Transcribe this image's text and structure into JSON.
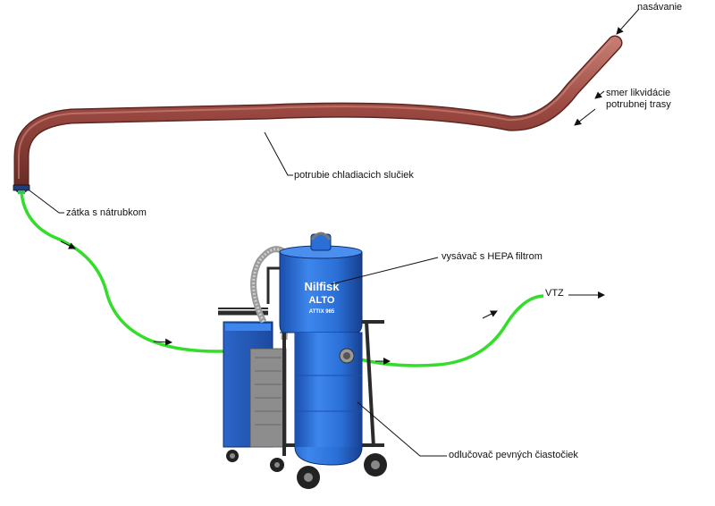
{
  "labels": {
    "suction": "nasávanie",
    "disposal_direction": "smer likvidácie potrubnej trasy",
    "cooling_pipe": "potrubie chladiacich slučiek",
    "plug": "zátka s nátrubkom",
    "vacuum": "vysávač s HEPA filtrom",
    "vtz": "VTZ",
    "separator": "odlučovač pevných čiastočiek"
  },
  "machine": {
    "brand_top": "Nilfisk",
    "brand_bottom": "ALTO",
    "model": "ATTIX 965"
  },
  "colors": {
    "pipe": "#9c4a42",
    "hose_green": "#33dd2a",
    "vacuum_blue": "#2a6fd6",
    "frame": "#2b2b2b"
  }
}
